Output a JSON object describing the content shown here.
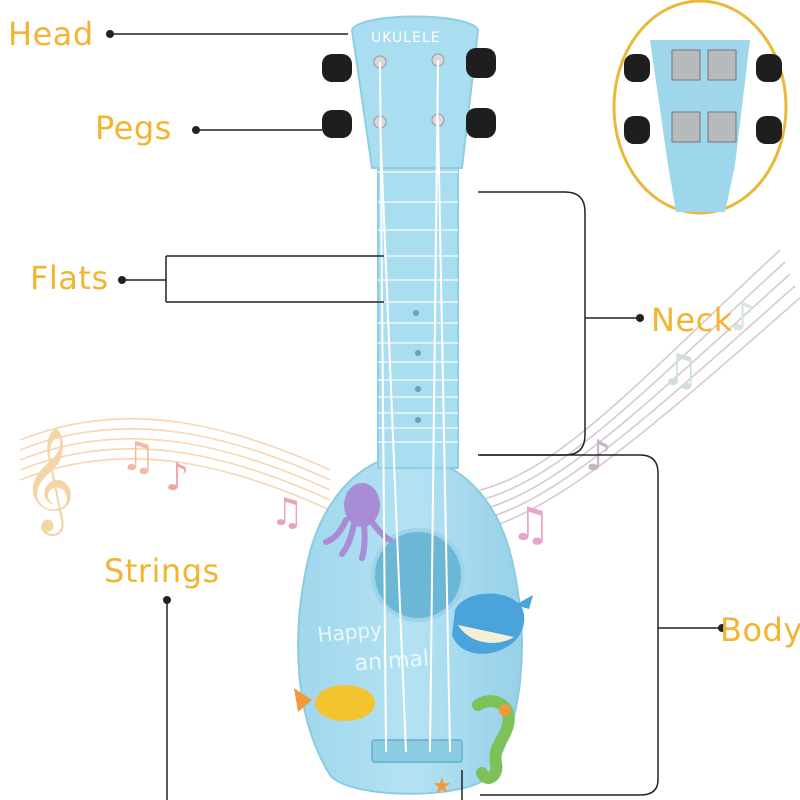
{
  "labels": {
    "head": "Head",
    "pegs": "Pegs",
    "flats": "Flats",
    "neck": "Neck",
    "strings": "Strings",
    "body": "Body"
  },
  "headstock_text": "UKULELE",
  "body_text": {
    "line1": "Happy",
    "line2": "animal"
  },
  "colors": {
    "label": "#F2B431",
    "ukulele": "#A9DDF0",
    "ukulele_dark": "#7FC6E2",
    "leader_line": "#222222",
    "inset_border": "#E8B93A",
    "peg": "#1E1E1E"
  }
}
